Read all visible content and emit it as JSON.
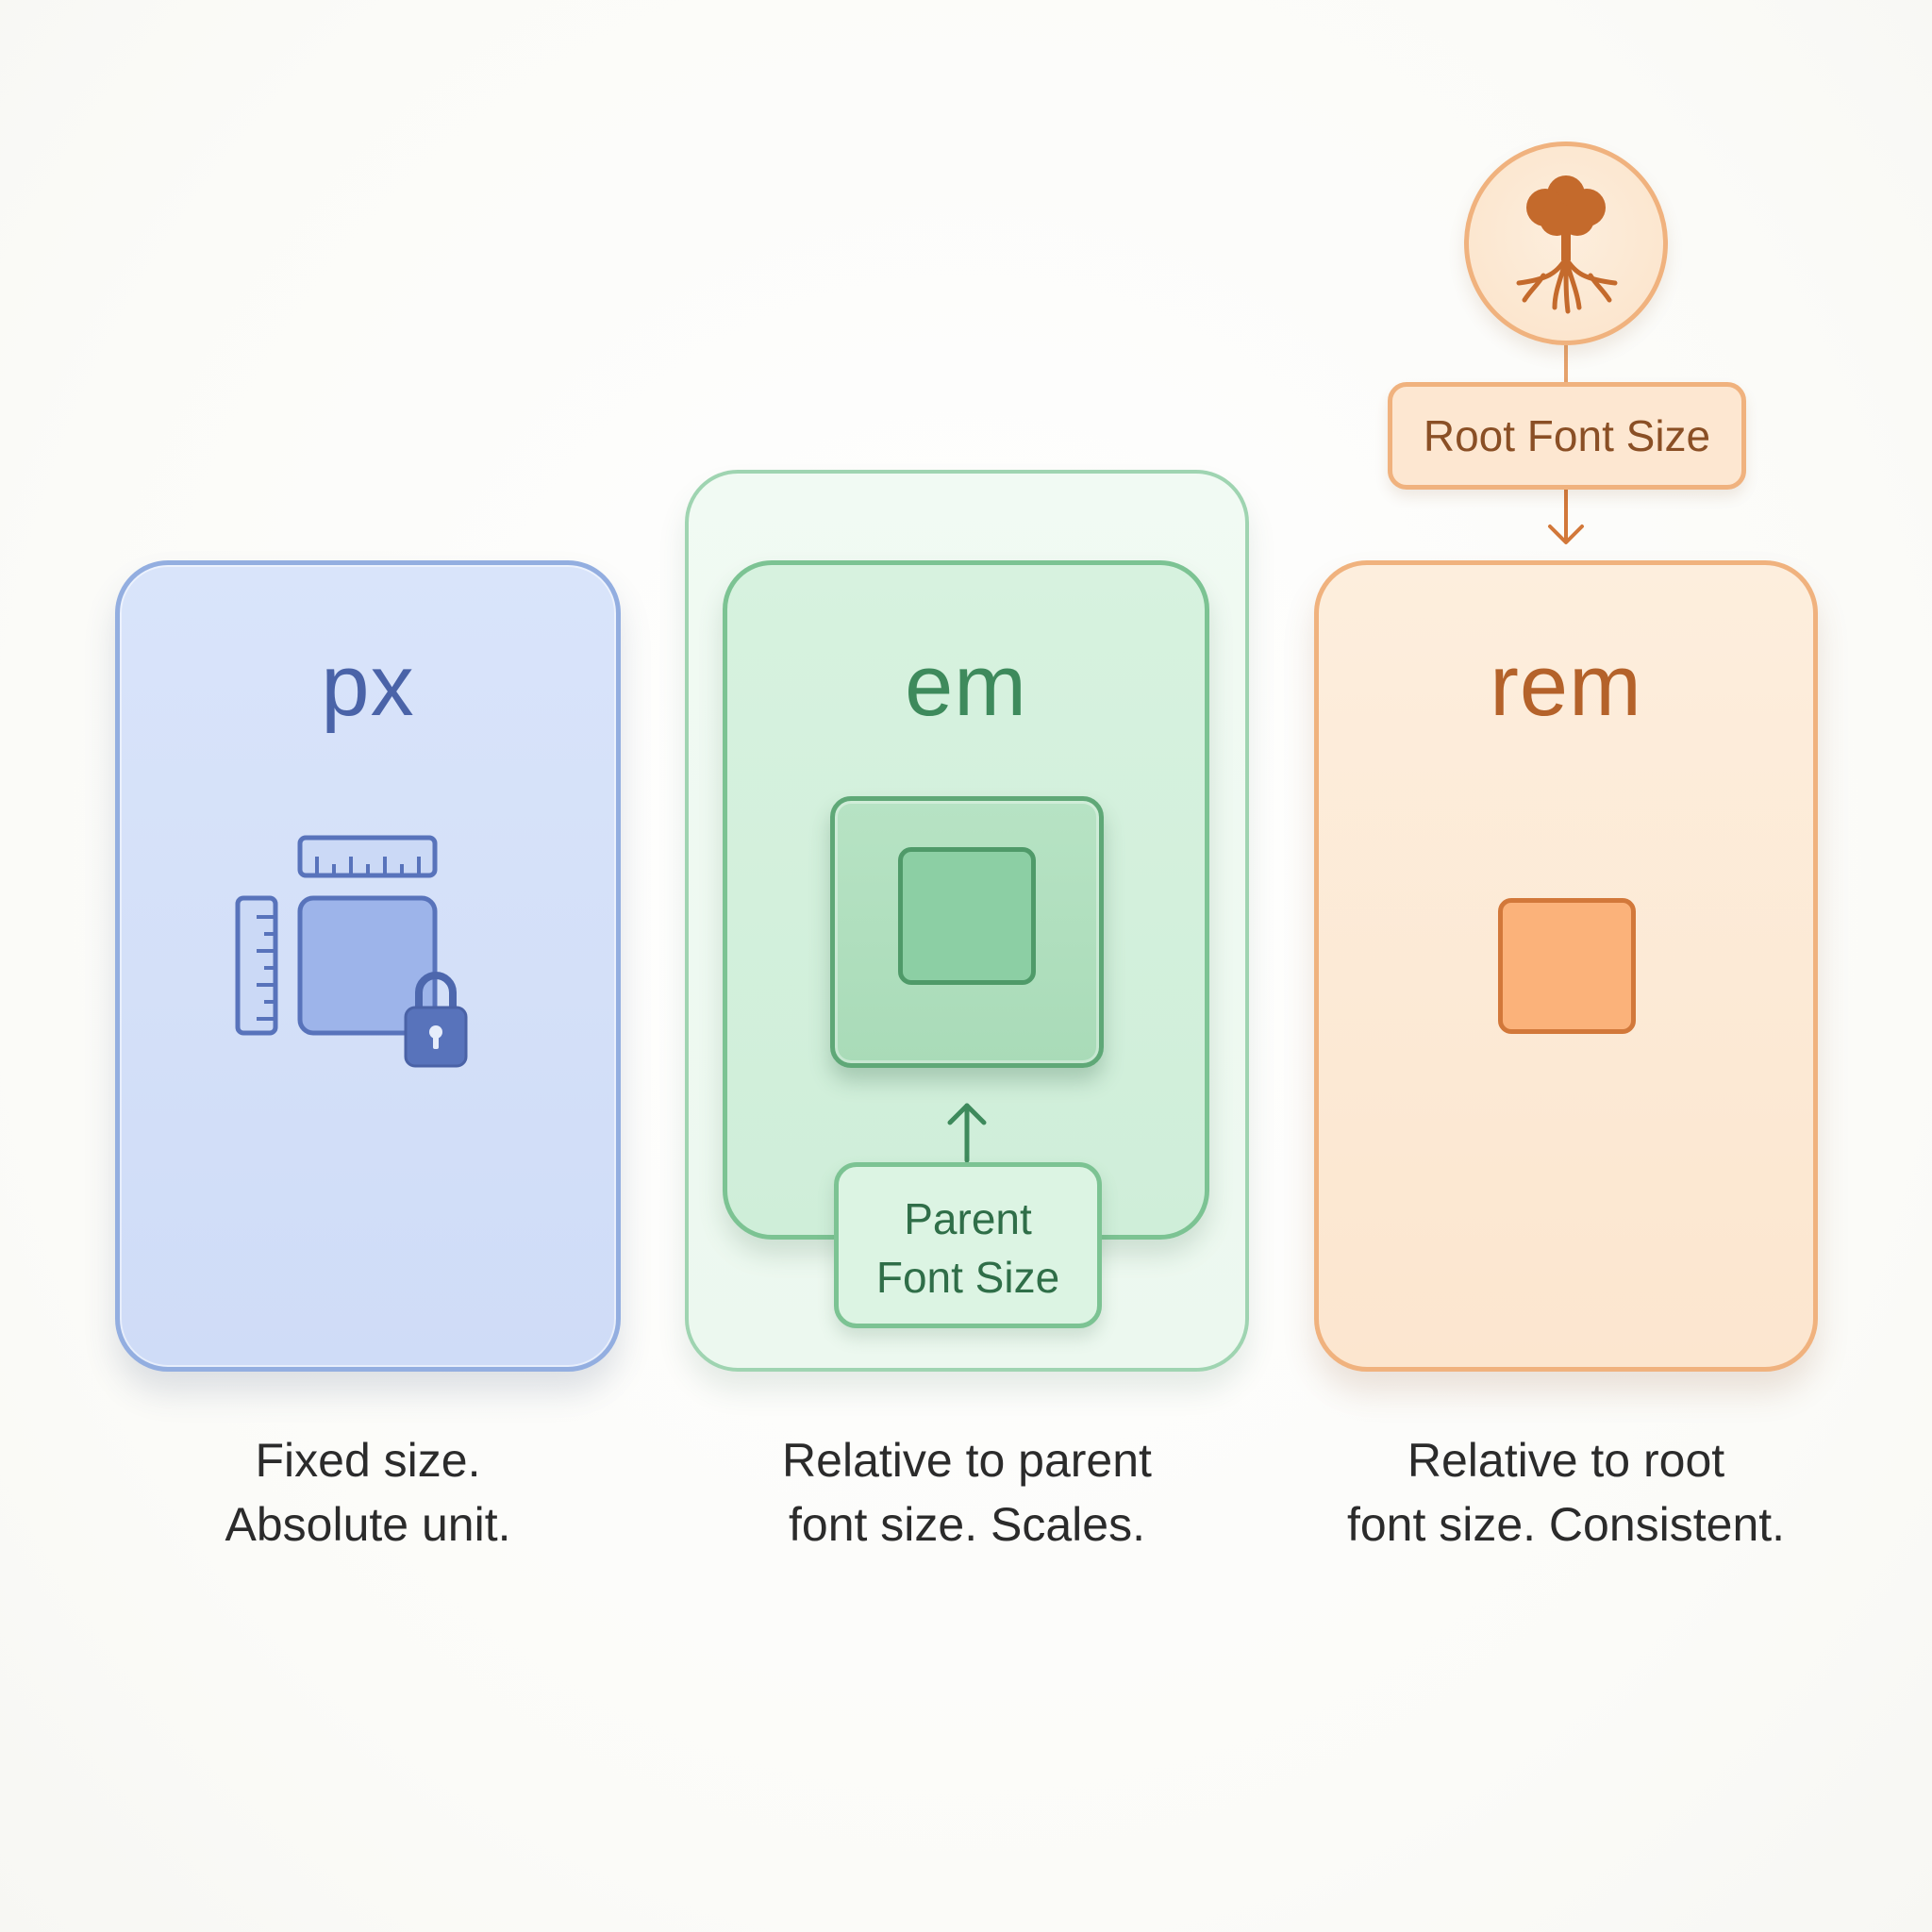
{
  "px": {
    "title": "px",
    "caption_line1": "Fixed size.",
    "caption_line2": "Absolute unit."
  },
  "em": {
    "title": "em",
    "label_line1": "Parent",
    "label_line2": "Font Size",
    "caption_line1": "Relative to parent",
    "caption_line2": "font size. Scales."
  },
  "rem": {
    "title": "rem",
    "label": "Root Font Size",
    "caption_line1": "Relative to root",
    "caption_line2": "font size. Consistent."
  },
  "colors": {
    "px_accent": "#4a63a8",
    "px_fill": "#d9e4fa",
    "em_accent": "#3e8a5c",
    "em_fill": "#d7f2df",
    "rem_accent": "#b4622a",
    "rem_fill": "#fdeedd",
    "caption_text": "#2b2b2b"
  },
  "icons": [
    "ruler-icon",
    "lock-icon",
    "tree-roots-icon",
    "arrow-up-icon",
    "arrow-down-icon"
  ]
}
